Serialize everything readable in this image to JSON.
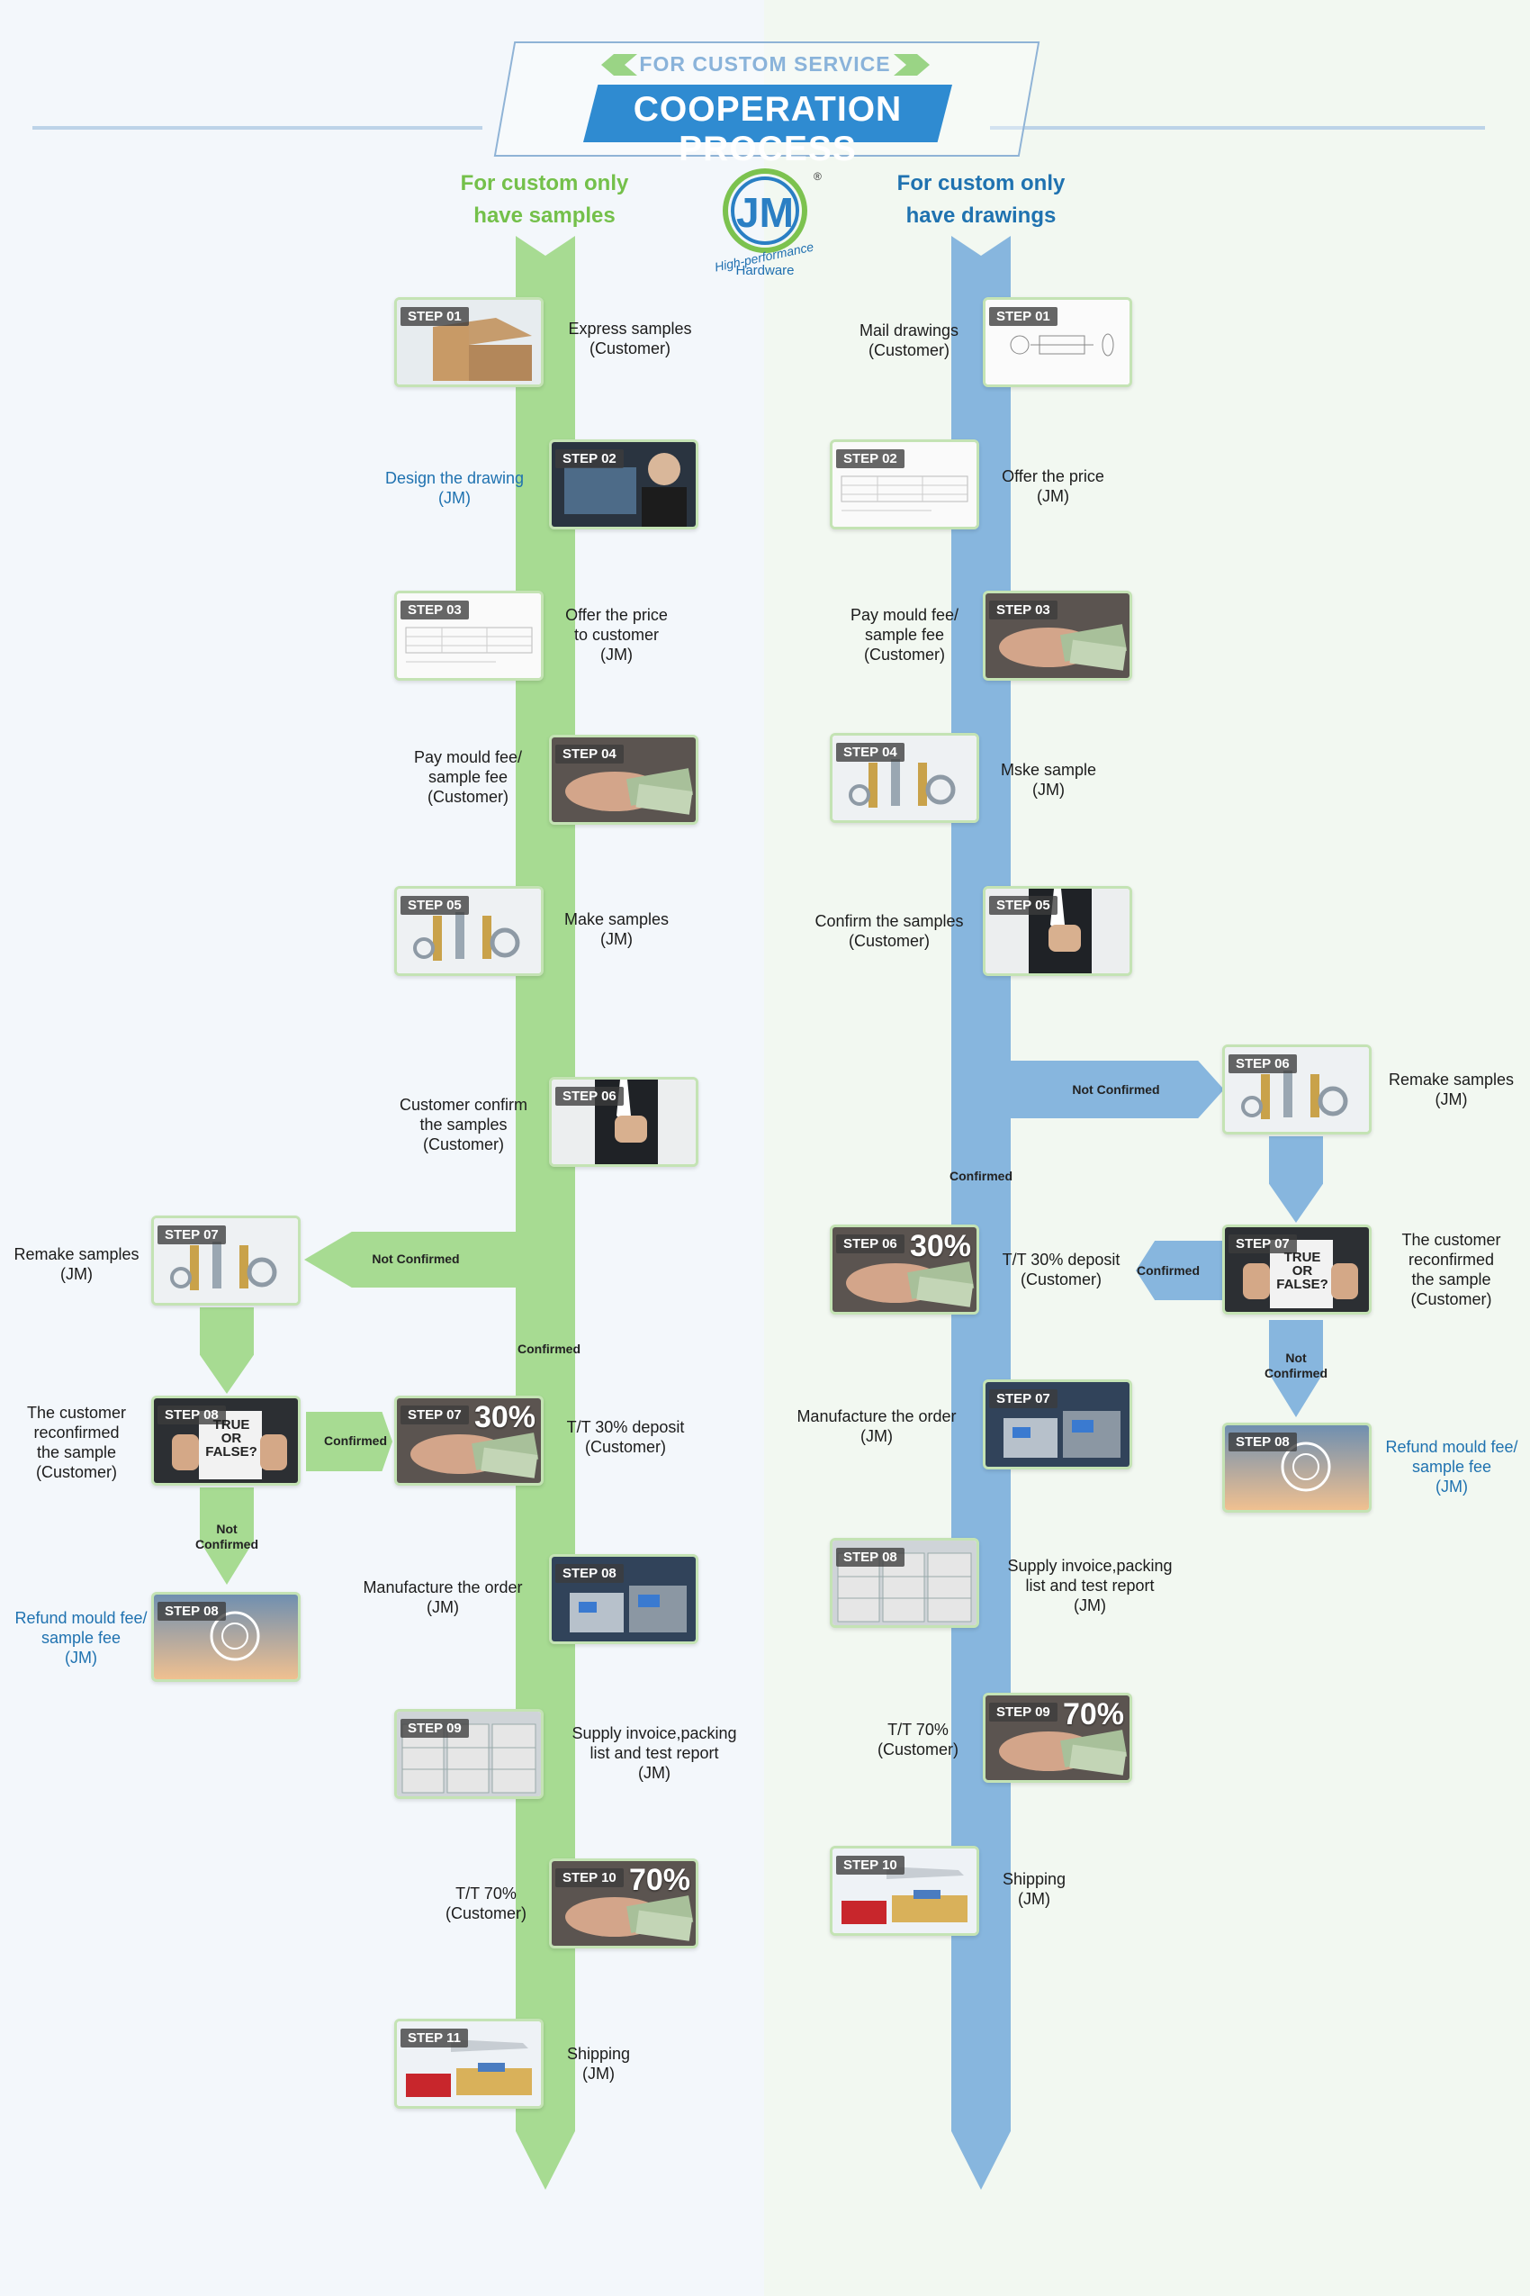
{
  "header": {
    "subtitle": "FOR CUSTOM SERVICE",
    "title": "COOPERATION PROCESS"
  },
  "logo": {
    "letters": "JM",
    "registered": "®",
    "tagline": "High-performance",
    "sub": "Hardware"
  },
  "left_column": {
    "heading": "For custom only\nhave samples",
    "steps": [
      {
        "tag": "STEP 01",
        "label": "Express samples\n(Customer)",
        "image": "box-icon"
      },
      {
        "tag": "STEP 02",
        "label": "Design the drawing\n(JM)",
        "image": "computer-icon"
      },
      {
        "tag": "STEP 03",
        "label": "Offer the price\nto customer\n(JM)",
        "image": "document-icon"
      },
      {
        "tag": "STEP 04",
        "label": "Pay mould fee/\nsample fee\n(Customer)",
        "image": "money-icon"
      },
      {
        "tag": "STEP 05",
        "label": "Make samples\n(JM)",
        "image": "hardware-icon"
      },
      {
        "tag": "STEP 06",
        "label": "Customer confirm\nthe samples\n(Customer)",
        "image": "thumbs-up-icon"
      },
      {
        "tag": "STEP 07",
        "label": "Remake samples\n(JM)",
        "image": "hardware-icon"
      },
      {
        "tag": "STEP 08",
        "label": "The customer\nreconfirmed\nthe sample\n(Customer)",
        "image": "true-false-icon",
        "card_text": "TRUE\nOR\nFALSE?"
      },
      {
        "tag": "STEP 08",
        "label": "Refund mould fee/\nsample fee\n(JM)",
        "image": "refund-icon"
      },
      {
        "tag": "STEP 07",
        "label": "T/T 30% deposit\n(Customer)",
        "image": "money-icon",
        "percent": "30%"
      },
      {
        "tag": "STEP 08",
        "label": "Manufacture the order\n(JM)",
        "image": "factory-icon"
      },
      {
        "tag": "STEP 09",
        "label": "Supply invoice,packing\nlist and test report\n(JM)",
        "image": "warehouse-icon"
      },
      {
        "tag": "STEP 10",
        "label": "T/T 70%\n(Customer)",
        "image": "money-icon",
        "percent": "70%"
      },
      {
        "tag": "STEP 11",
        "label": "Shipping\n(JM)",
        "image": "shipping-icon"
      }
    ],
    "flow": {
      "not_confirmed": "Not Confirmed",
      "confirmed_main": "Confirmed",
      "confirmed_side": "Confirmed",
      "not_confirmed_down": "Not\nConfirmed"
    }
  },
  "right_column": {
    "heading": "For custom only\nhave drawings",
    "steps": [
      {
        "tag": "STEP 01",
        "label": "Mail drawings\n(Customer)",
        "image": "drawing-icon"
      },
      {
        "tag": "STEP 02",
        "label": "Offer the price\n(JM)",
        "image": "document-icon"
      },
      {
        "tag": "STEP 03",
        "label": "Pay mould fee/\nsample fee\n(Customer)",
        "image": "money-icon"
      },
      {
        "tag": "STEP 04",
        "label": "Mske sample\n(JM)",
        "image": "hardware-icon"
      },
      {
        "tag": "STEP 05",
        "label": "Confirm the samples\n(Customer)",
        "image": "thumbs-up-icon"
      },
      {
        "tag": "STEP 06",
        "label": "Remake samples\n(JM)",
        "image": "hardware-icon"
      },
      {
        "tag": "STEP 07",
        "label": "The customer\nreconfirmed\nthe sample\n(Customer)",
        "image": "true-false-icon",
        "card_text": "TRUE\nOR\nFALSE?"
      },
      {
        "tag": "STEP 08",
        "label": "Refund mould fee/\nsample fee\n(JM)",
        "image": "refund-icon"
      },
      {
        "tag": "STEP 06",
        "label": "T/T 30% deposit\n(Customer)",
        "image": "money-icon",
        "percent": "30%"
      },
      {
        "tag": "STEP 07",
        "label": "Manufacture the order\n(JM)",
        "image": "factory-icon"
      },
      {
        "tag": "STEP 08",
        "label": "Supply invoice,packing\nlist and test report\n(JM)",
        "image": "warehouse-icon"
      },
      {
        "tag": "STEP 09",
        "label": "T/T 70%\n(Customer)",
        "image": "money-icon",
        "percent": "70%"
      },
      {
        "tag": "STEP 10",
        "label": "Shipping\n(JM)",
        "image": "shipping-icon"
      }
    ],
    "flow": {
      "not_confirmed": "Not Confirmed",
      "confirmed_main": "Confirmed",
      "confirmed_side": "Confirmed",
      "not_confirmed_down": "Not\nConfirmed"
    }
  },
  "colors": {
    "green": "#a7db92",
    "blue": "#87b6de",
    "heading_green": "#74c04a",
    "heading_blue": "#1f72b0",
    "title_blue": "#2f8bd1"
  }
}
